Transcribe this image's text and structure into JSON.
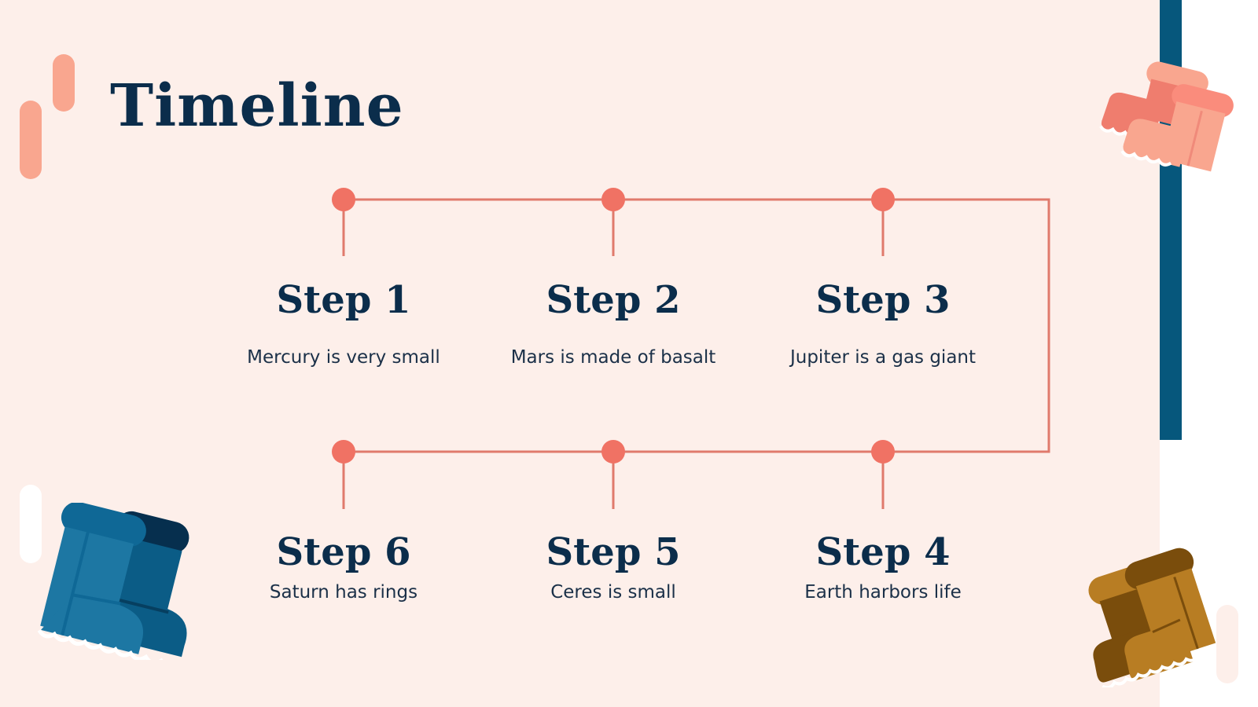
{
  "slide": {
    "title": "Timeline",
    "colors": {
      "background": "#fdefea",
      "title": "#0b2d4b",
      "line": "#e07a6c",
      "node": "#f07264",
      "accent_bar": "#06577c",
      "pill_salmon": "#f9a68f",
      "boots_pink": "#f7a08c",
      "boots_blue": "#1d77a3",
      "boots_brown": "#b87d23"
    }
  },
  "steps": [
    {
      "title": "Step 1",
      "description": "Mercury is very small"
    },
    {
      "title": "Step 2",
      "description": "Mars is made of basalt"
    },
    {
      "title": "Step 3",
      "description": "Jupiter is a gas giant"
    },
    {
      "title": "Step 4",
      "description": "Earth harbors life"
    },
    {
      "title": "Step 5",
      "description": "Ceres is small"
    },
    {
      "title": "Step 6",
      "description": "Saturn has rings"
    }
  ],
  "decorations": {
    "icons": [
      "pink-boots-icon",
      "blue-boots-icon",
      "brown-boots-icon"
    ]
  }
}
